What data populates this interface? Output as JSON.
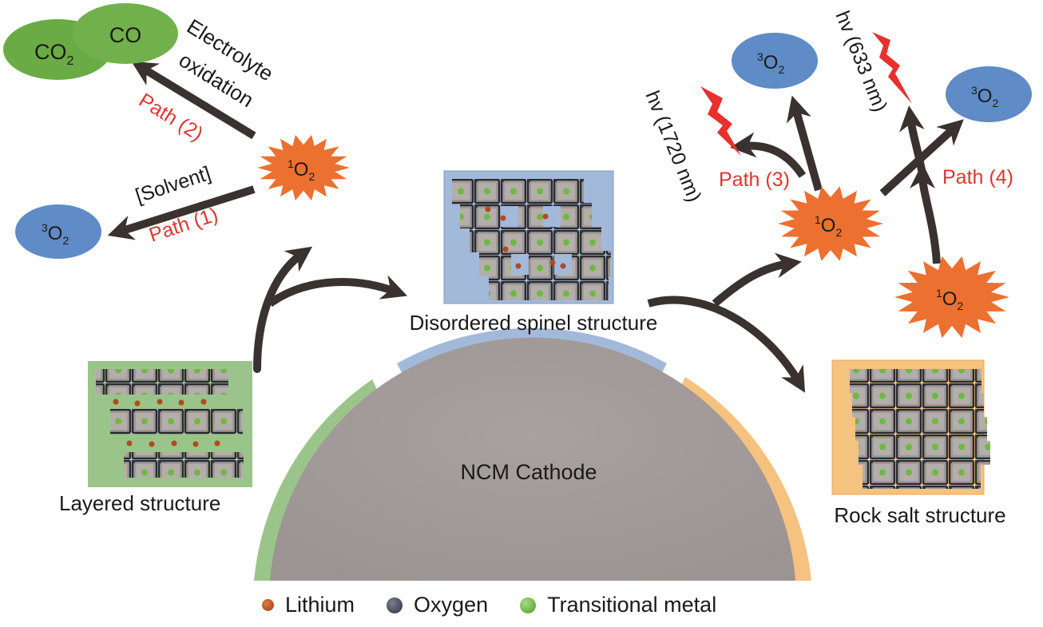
{
  "title": "NCM cathode structural degradation and singlet oxygen pathways",
  "colors": {
    "layered": "#9bc48a",
    "spinel": "#9fb7d9",
    "rocksalt": "#f5c27f",
    "cathode": "#a19a98",
    "singlet": "#ec7030",
    "triplet": "#5f8bc6",
    "carbon": "#6aab45",
    "arrow": "#3a3230",
    "path_text": "#e03530",
    "lightning": "#e8302c",
    "lithium": "#c0541e",
    "oxygen": "#474a5a",
    "metal": "#7cc24d"
  },
  "cathode": {
    "label": "NCM Cathode"
  },
  "structures": {
    "layered": "Layered structure",
    "spinel": "Disordered spinel structure",
    "rocksalt": "Rock salt structure"
  },
  "species": {
    "co2": {
      "main": "CO",
      "sub": "2"
    },
    "co": {
      "main": "CO"
    },
    "singlet": {
      "sup": "1",
      "main": "O",
      "sub": "2"
    },
    "triplet": {
      "sup": "3",
      "main": "O",
      "sub": "2"
    }
  },
  "labels": {
    "electrolyte_line1": "Electrolyte",
    "electrolyte_line2": "oxidation",
    "solvent": "[Solvent]",
    "path1": "Path (1)",
    "path2": "Path (2)",
    "path3": "Path (3)",
    "path4": "Path (4)",
    "hv1720": "hv (1720 nm)",
    "hv633": "hv (633 nm)"
  },
  "legend": [
    {
      "label": "Lithium",
      "color": "#c0541e"
    },
    {
      "label": "Oxygen",
      "color": "#474a5a"
    },
    {
      "label": "Transitional metal",
      "color": "#7cc24d"
    }
  ]
}
